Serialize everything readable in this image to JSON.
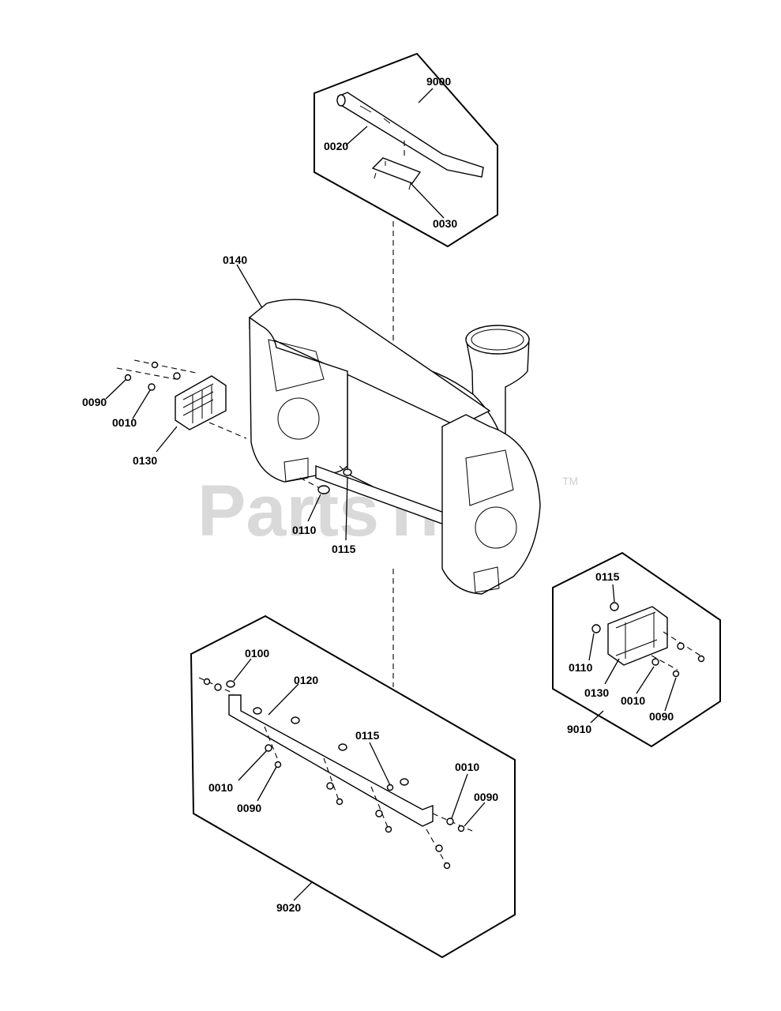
{
  "watermark": {
    "text": "PartsTree",
    "trademark": "TM"
  },
  "labels": {
    "l9000": "9000",
    "l0020": "0020",
    "l0030": "0030",
    "l0140": "0140",
    "l0090a": "0090",
    "l0010a": "0010",
    "l0130a": "0130",
    "l0110a": "0110",
    "l0115a": "0115",
    "l0115b": "0115",
    "l0110b": "0110",
    "l0130b": "0130",
    "l0010b": "0010",
    "l0090b": "0090",
    "l9010": "9010",
    "l0100": "0100",
    "l0120": "0120",
    "l0115c": "0115",
    "l0010c": "0010",
    "l0010d": "0010",
    "l0090c": "0090",
    "l0090d": "0090",
    "l9020": "9020"
  }
}
